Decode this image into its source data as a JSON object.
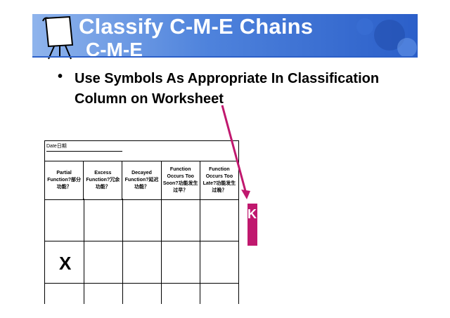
{
  "slide": {
    "title": "Classify C-M-E Chains",
    "subtitle": "C-M-E",
    "bullet_dot": "•",
    "bullet_text": "Use Symbols As Appropriate In Classification Column on Worksheet"
  },
  "worksheet": {
    "date_label": "Date日期",
    "columns": [
      {
        "label": "Partial Function?部分功能？"
      },
      {
        "label": "Excess Function?冗余功能？"
      },
      {
        "label": "Decayed Function?延迟功能？"
      },
      {
        "label": "Function Occurs Too Soon?功能发生过早？"
      },
      {
        "label": "Function Occurs Too Late?功能发生过晚？"
      }
    ],
    "mark": "X"
  },
  "callout": {
    "letter": "K",
    "color": "#c0186e"
  },
  "colors": {
    "banner": "#4f83dc",
    "arrow": "#c0186e"
  }
}
